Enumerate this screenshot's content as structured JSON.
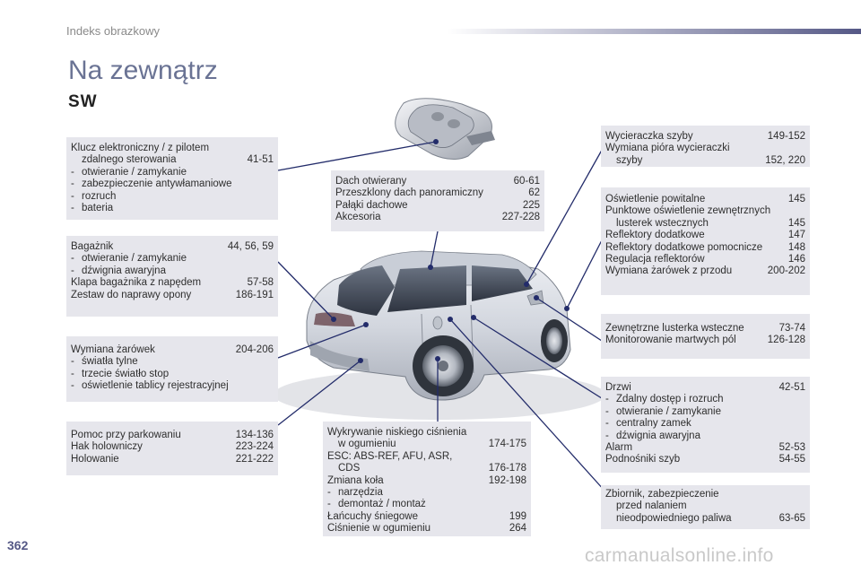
{
  "header": {
    "section": "Indeks obrazkowy"
  },
  "page": {
    "title": "Na zewnątrz",
    "subtitle": "SW",
    "number": "362"
  },
  "watermark": "carmanualsonline.info",
  "boxes": {
    "key": {
      "title_l1": "Klucz elektroniczny / z pilotem",
      "title_l2": "zdalnego sterowania",
      "title_pages": "41-51",
      "items": [
        "otwieranie / zamykanie",
        "zabezpieczenie antywłamaniowe",
        "rozruch",
        "bateria"
      ]
    },
    "boot": {
      "title": "Bagażnik",
      "title_pages": "44, 56, 59",
      "items": [
        "otwieranie / zamykanie",
        "dźwignia awaryjna"
      ],
      "rows": [
        {
          "label": "Klapa bagażnika z napędem",
          "pages": "57-58"
        },
        {
          "label": "Zestaw do naprawy opony",
          "pages": "186-191"
        }
      ]
    },
    "bulbs_rear": {
      "title": "Wymiana żarówek",
      "title_pages": "204-206",
      "items": [
        "światła tylne",
        "trzecie światło stop",
        "oświetlenie tablicy rejestracyjnej"
      ]
    },
    "parking": {
      "rows": [
        {
          "label": "Pomoc przy parkowaniu",
          "pages": "134-136"
        },
        {
          "label": "Hak holowniczy",
          "pages": "223-224"
        },
        {
          "label": "Holowanie",
          "pages": "221-222"
        }
      ]
    },
    "roof": {
      "rows": [
        {
          "label": "Dach otwierany",
          "pages": "60-61"
        },
        {
          "label": "Przeszklony dach panoramiczny",
          "pages": "62"
        },
        {
          "label": "Pałąki dachowe",
          "pages": "225"
        },
        {
          "label": "Akcesoria",
          "pages": "227-228"
        }
      ]
    },
    "tyre": {
      "r1_l1": "Wykrywanie niskiego ciśnienia",
      "r1_l2": "w ogumieniu",
      "r1_pages": "174-175",
      "r2_l1": "ESC: ABS-REF, AFU, ASR,",
      "r2_l2": "CDS",
      "r2_pages": "176-178",
      "r3": "Zmiana koła",
      "r3_pages": "192-198",
      "items": [
        "narzędzia",
        "demontaż / montaż"
      ],
      "r4": "Łańcuchy śniegowe",
      "r4_pages": "199",
      "r5": "Ciśnienie w ogumieniu",
      "r5_pages": "264"
    },
    "wiper": {
      "r1": "Wycieraczka szyby",
      "r1_pages": "149-152",
      "r2_l1": "Wymiana pióra wycieraczki",
      "r2_l2": "szyby",
      "r2_pages": "152, 220"
    },
    "lights": {
      "r1": "Oświetlenie powitalne",
      "r1_pages": "145",
      "r2_l1": "Punktowe oświetlenie zewnętrznych",
      "r2_l2": "lusterek wstecznych",
      "r2_pages": "145",
      "rows": [
        {
          "label": "Reflektory dodatkowe",
          "pages": "147"
        },
        {
          "label": "Reflektory dodatkowe pomocnicze",
          "pages": "148"
        },
        {
          "label": "Regulacja reflektorów",
          "pages": "146"
        },
        {
          "label": "Wymiana żarówek z przodu",
          "pages": "200-202"
        }
      ]
    },
    "mirrors": {
      "rows": [
        {
          "label": "Zewnętrzne lusterka wsteczne",
          "pages": "73-74"
        },
        {
          "label": "Monitorowanie martwych pól",
          "pages": "126-128"
        }
      ]
    },
    "doors": {
      "title": "Drzwi",
      "title_pages": "42-51",
      "items": [
        "Zdalny dostęp i rozruch",
        "otwieranie / zamykanie",
        "centralny zamek",
        "dźwignia awaryjna"
      ],
      "rows": [
        {
          "label": "Alarm",
          "pages": "52-53"
        },
        {
          "label": "Podnośniki szyb",
          "pages": "54-55"
        }
      ]
    },
    "fuel": {
      "l1": "Zbiornik, zabezpieczenie",
      "l2": "przed nalaniem",
      "l3": "nieodpowiedniego paliwa",
      "pages": "63-65"
    }
  },
  "colors": {
    "accent": "#555886",
    "title": "#6a7394",
    "box": "#e6e6ec",
    "leader": "#232c6a"
  }
}
